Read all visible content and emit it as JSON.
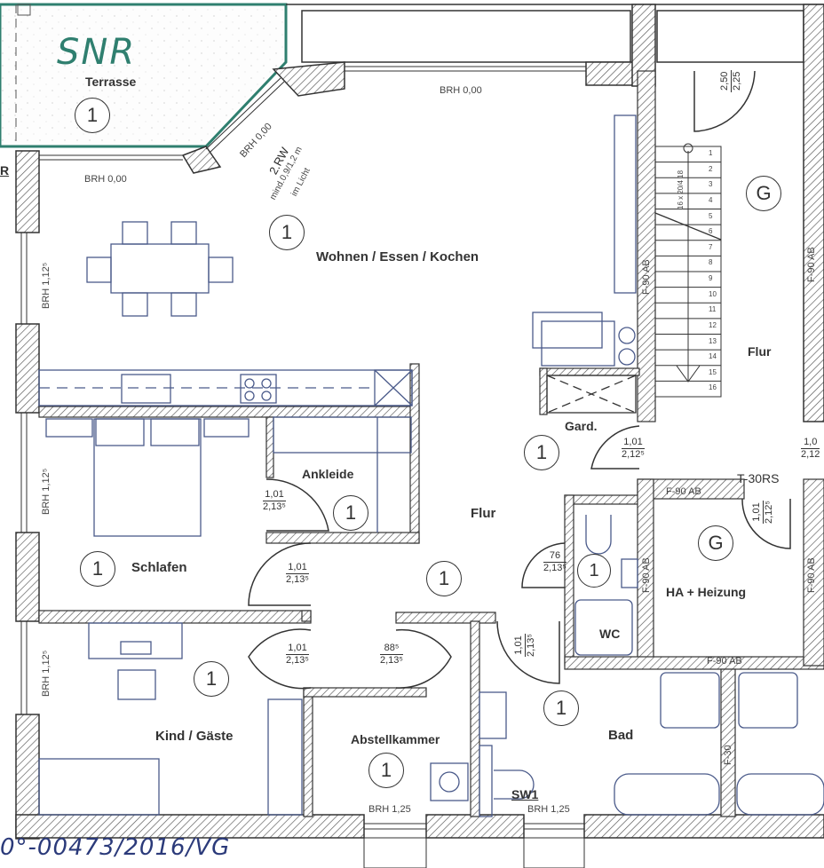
{
  "annotations": {
    "snr": "SNR",
    "reference": "0°-00473/2016/VG",
    "partial_text": "R"
  },
  "rooms": {
    "terrasse": {
      "label": "Terrasse",
      "num": "1"
    },
    "wohnen": {
      "label": "Wohnen / Essen / Kochen",
      "num": "1"
    },
    "schlafen": {
      "label": "Schlafen",
      "num": "1"
    },
    "ankleide": {
      "label": "Ankleide",
      "num": "1"
    },
    "flur_main": {
      "label": "Flur",
      "num": "1"
    },
    "kind": {
      "label": "Kind / Gäste",
      "num": "1"
    },
    "abstell": {
      "label": "Abstellkammer",
      "num": "1"
    },
    "bad": {
      "label": "Bad",
      "num": "1"
    },
    "wc": {
      "label": "WC",
      "num": "1"
    },
    "gard": {
      "label": "Gard.",
      "num": "1"
    },
    "flur_stair": {
      "label": "Flur",
      "num": "G"
    },
    "ha": {
      "label": "HA + Heizung",
      "num": "G"
    }
  },
  "brh": {
    "top": "BRH 0,00",
    "left_top": "BRH 0,00",
    "diag": "BRH 0,00",
    "left1": "BRH 1,12⁵",
    "left2": "BRH 1,12⁵",
    "left3": "BRH 1,12⁵",
    "abstell": "BRH 1,25",
    "bad": "BRH 1,25"
  },
  "rescue": {
    "line1": "2.RW",
    "line2": "mind.0,9/1,2 m",
    "line3": "im Licht"
  },
  "doors": {
    "top_stair": {
      "num": "2,50",
      "den": "2,25"
    },
    "gard": {
      "num": "1,01",
      "den": "2,12⁵"
    },
    "right_edge": {
      "num": "1,0",
      "den": "2,12"
    },
    "t30": {
      "num": "1,01",
      "den": "2,12⁵"
    },
    "ankleide": {
      "num": "1,01",
      "den": "2,13⁵"
    },
    "schlafen": {
      "num": "1,01",
      "den": "2,13⁵"
    },
    "kind": {
      "num": "1,01",
      "den": "2,13⁵"
    },
    "abstell": {
      "num": "88⁵",
      "den": "2,13⁵"
    },
    "wc": {
      "num": "76",
      "den": "2,13⁵"
    },
    "bad": {
      "num": "1,01",
      "den": "2,13⁵"
    }
  },
  "fire": {
    "stair_wall": "F-90 AB",
    "right_wall": "F-90 AB",
    "ha_top": "F-90 AB",
    "ha_left": "F-90 AB",
    "ha_right": "F-90 AB",
    "ha_bottom": "F-90 AB",
    "bad_wall": "F-30",
    "door_t30": "T-30RS"
  },
  "misc": {
    "sw1": "SW1"
  },
  "stairs": {
    "steps": [
      "1",
      "2",
      "3",
      "4",
      "5",
      "6",
      "7",
      "8",
      "9",
      "10",
      "11",
      "12",
      "13",
      "14",
      "15",
      "16"
    ],
    "spec": "16 x 20/4 18"
  },
  "colors": {
    "wall": "#333333",
    "hatch": "#555555",
    "furniture": "#4a5a8a",
    "terrace": "#2f7f6f"
  }
}
